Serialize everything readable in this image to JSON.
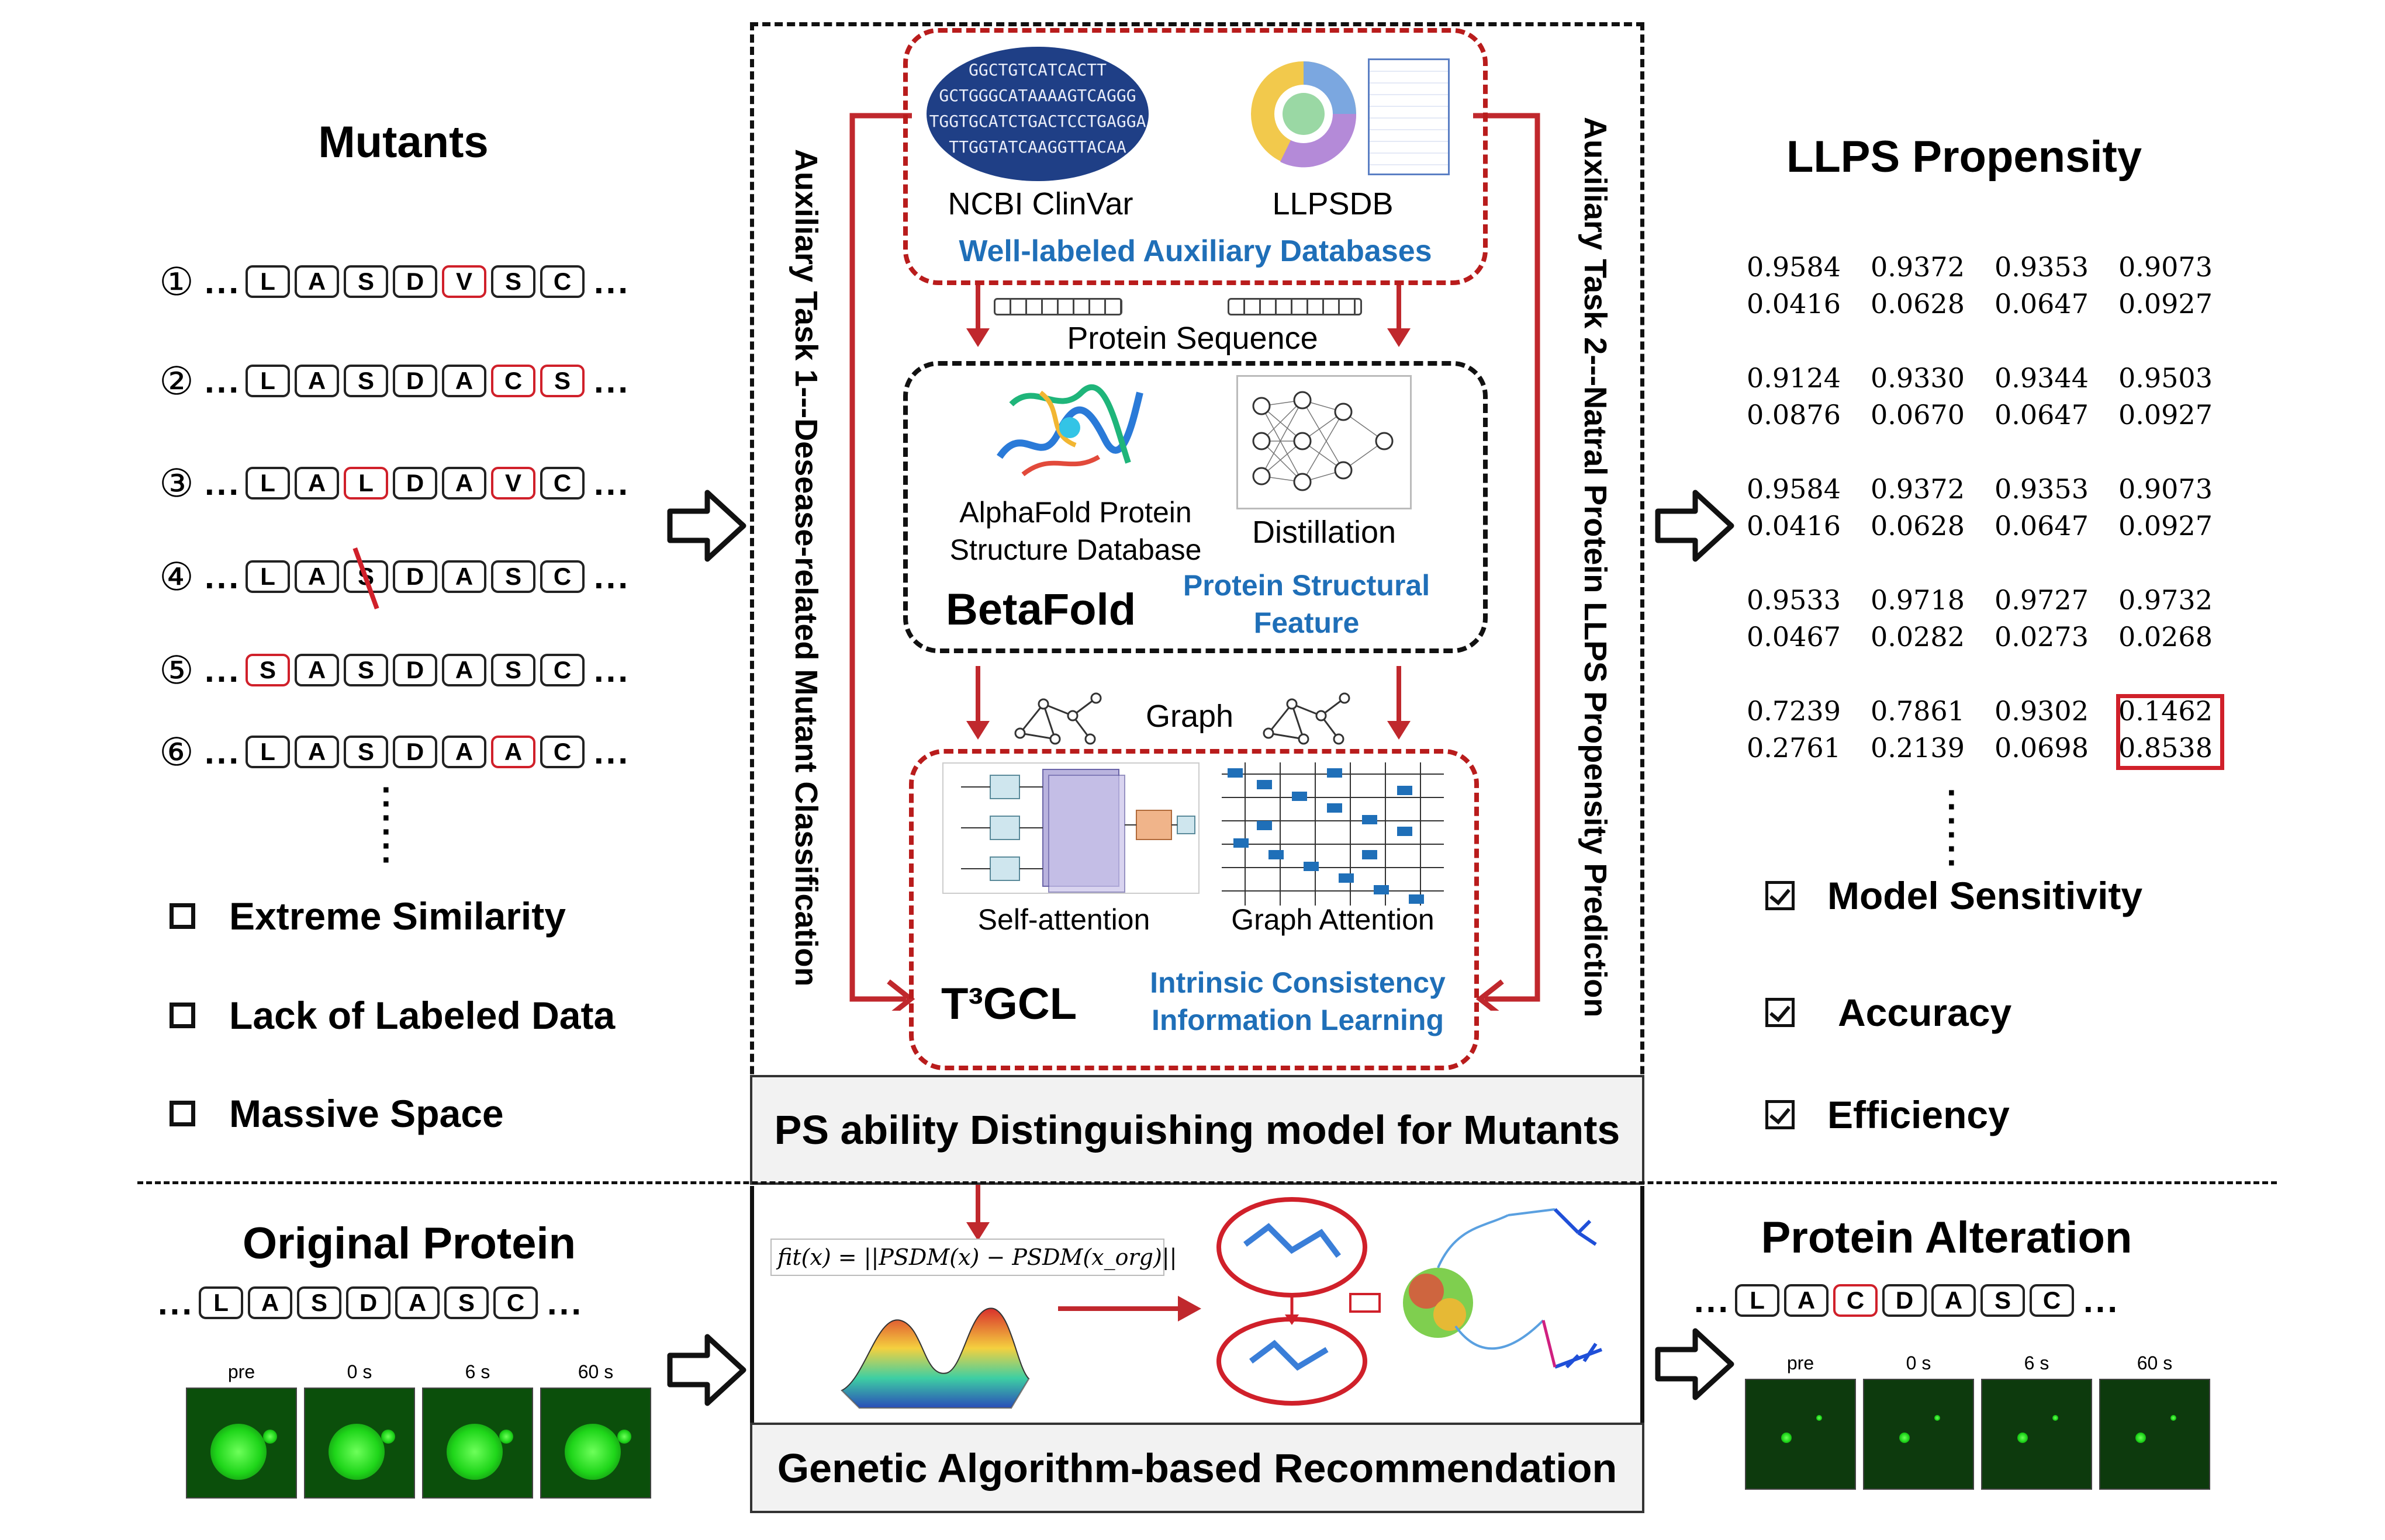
{
  "left_panel": {
    "title": "Mutants",
    "rows": [
      {
        "num": "①",
        "residues": [
          "L",
          "A",
          "S",
          "D",
          "V",
          "S",
          "C"
        ],
        "highlight": [
          4
        ]
      },
      {
        "num": "②",
        "residues": [
          "L",
          "A",
          "S",
          "D",
          "A",
          "C",
          "S"
        ],
        "highlight": [
          5,
          6
        ]
      },
      {
        "num": "③",
        "residues": [
          "L",
          "A",
          "L",
          "D",
          "A",
          "V",
          "C"
        ],
        "highlight": [
          2,
          5
        ]
      },
      {
        "num": "④",
        "residues": [
          "L",
          "A",
          "S",
          "D",
          "A",
          "S",
          "C"
        ],
        "strike": [
          2
        ]
      },
      {
        "num": "⑤",
        "residues": [
          "S",
          "A",
          "S",
          "D",
          "A",
          "S",
          "C"
        ],
        "highlight": [
          0
        ]
      },
      {
        "num": "⑥",
        "residues": [
          "L",
          "A",
          "S",
          "D",
          "A",
          "A",
          "C"
        ],
        "highlight": [
          5
        ]
      }
    ],
    "ellipsis": "...",
    "challenges": [
      "Extreme Similarity",
      "Lack of Labeled Data",
      "Massive Space"
    ]
  },
  "center": {
    "aux_task_1": "Auxiliary Task 1---Desease-related Mutant Classification",
    "aux_task_2": "Auxiliary Task 2---Natral Protein LLPS Propensity Prediction",
    "db1": "NCBI ClinVar",
    "db2": "LLPSDB",
    "db_caption": "Well-labeled Auxiliary Databases",
    "dna_lines": [
      "GGCTGTCATCACTT",
      "GCTGGGCATAAAAGTCAGGG",
      "TGGTGCATCTGACTCCTGAGGA",
      "TTGGTATCAAGGTTACAA"
    ],
    "protein_sequence": "Protein Sequence",
    "alphafold": "AlphaFold Protein Structure Database",
    "distillation": "Distillation",
    "betafold": "BetaFold",
    "structural_feature": "Protein Structural Feature",
    "graph": "Graph",
    "self_attention": "Self-attention",
    "graph_attention": "Graph Attention",
    "t3gcl": "T³GCL",
    "consistency": "Intrinsic Consistency Information Learning",
    "psdm_caption": "PS ability Distinguishing model for Mutants",
    "fitness": "fit(x) = ||PSDM(x) − PSDM(x_org)||",
    "ga_caption": "Genetic Algorithm-based Recommendation"
  },
  "right_panel": {
    "title": "LLPS Propensity",
    "groups": [
      [
        [
          "0.9584",
          "0.9372",
          "0.9353",
          "0.9073"
        ],
        [
          "0.0416",
          "0.0628",
          "0.0647",
          "0.0927"
        ]
      ],
      [
        [
          "0.9124",
          "0.9330",
          "0.9344",
          "0.9503"
        ],
        [
          "0.0876",
          "0.0670",
          "0.0647",
          "0.0927"
        ]
      ],
      [
        [
          "0.9584",
          "0.9372",
          "0.9353",
          "0.9073"
        ],
        [
          "0.0416",
          "0.0628",
          "0.0647",
          "0.0927"
        ]
      ],
      [
        [
          "0.9533",
          "0.9718",
          "0.9727",
          "0.9732"
        ],
        [
          "0.0467",
          "0.0282",
          "0.0273",
          "0.0268"
        ]
      ],
      [
        [
          "0.7239",
          "0.7861",
          "0.9302",
          "0.1462"
        ],
        [
          "0.2761",
          "0.2139",
          "0.0698",
          "0.8538"
        ]
      ]
    ],
    "benefits": [
      "Model Sensitivity",
      "Accuracy",
      "Efficiency"
    ]
  },
  "bottom_left": {
    "title": "Original Protein",
    "residues": [
      "L",
      "A",
      "S",
      "D",
      "A",
      "S",
      "C"
    ],
    "frames": [
      "pre",
      "0 s",
      "6 s",
      "60 s"
    ]
  },
  "bottom_right": {
    "title": "Protein Alteration",
    "residues": [
      "L",
      "A",
      "C",
      "D",
      "A",
      "S",
      "C"
    ],
    "highlight": [
      2
    ],
    "frames": [
      "pre",
      "0 s",
      "6 s",
      "60 s"
    ]
  }
}
